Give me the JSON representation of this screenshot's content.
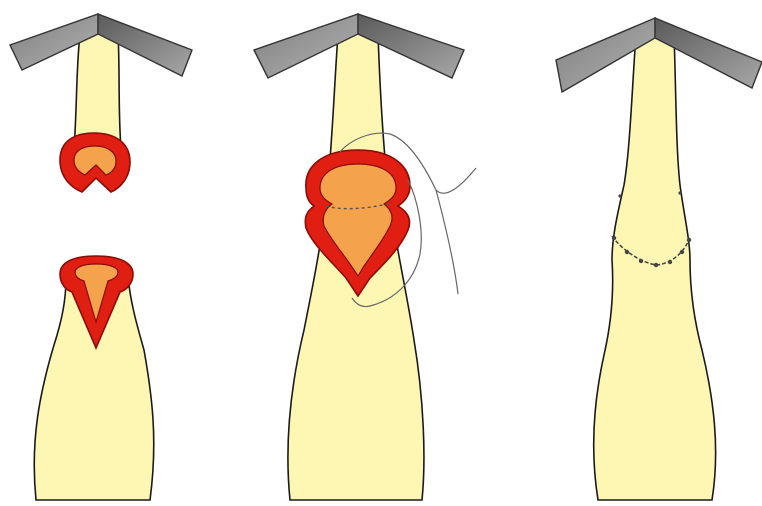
{
  "figure": {
    "panel_count": 3,
    "panels": [
      {
        "index": 1,
        "stage": "separated-ends-spatulated"
      },
      {
        "index": 2,
        "stage": "ends-approximated-suture-in-place"
      },
      {
        "index": 3,
        "stage": "anastomosis-completed"
      }
    ],
    "colors": {
      "background": "#ffffff",
      "tube_fill": "#fdf7b3",
      "outline": "#1a1a1a",
      "clamp_light": "#9a9a9a",
      "clamp_dark": "#555555",
      "cut_rim": "#e01e12",
      "cut_rim_edge": "#8a0c06",
      "lumen": "#f4a24b",
      "suture": "#555555"
    }
  }
}
